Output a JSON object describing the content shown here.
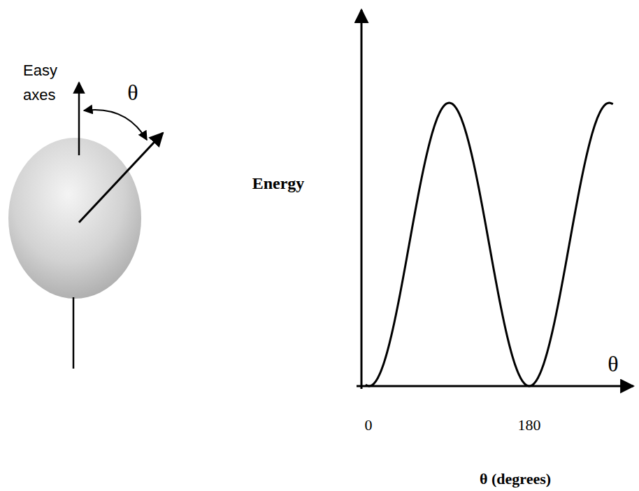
{
  "diagram": {
    "labels": [
      "Easy axes",
      "θ",
      "Energy",
      "θ",
      "0",
      "180",
      "θ (degrees)"
    ]
  }
}
